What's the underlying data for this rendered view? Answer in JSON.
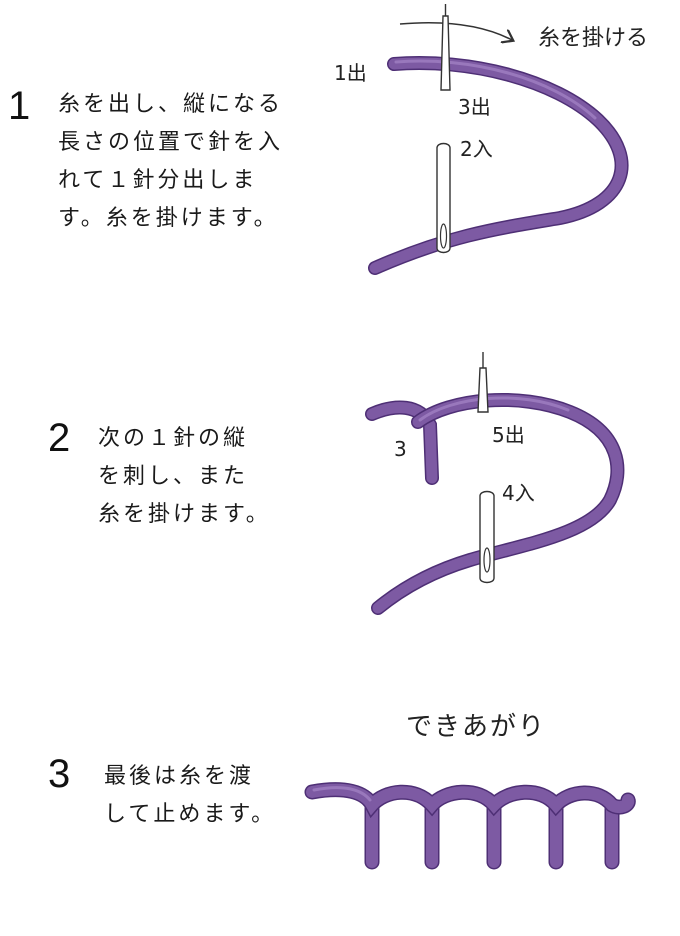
{
  "colors": {
    "thread": "#7d5aa3",
    "thread_dark": "#5a3a82",
    "thread_light": "#a585c6",
    "needle": "#ffffff",
    "outline": "#333333"
  },
  "steps": [
    {
      "number": "1",
      "text": "糸を出し、縦になる\n長さの位置で針を入\nれて１針分出しま\nす。糸を掛けます。",
      "labels": {
        "out1": "1出",
        "hook": "糸を掛ける",
        "out3": "3出",
        "in2": "2入"
      }
    },
    {
      "number": "2",
      "text": "次の１針の縦\nを刺し、また\n糸を掛けます。",
      "labels": {
        "n3": "3",
        "out5": "5出",
        "in4": "4入"
      }
    },
    {
      "number": "3",
      "text": "最後は糸を渡\nして止めます。",
      "labels": {
        "done": "できあがり"
      }
    }
  ]
}
